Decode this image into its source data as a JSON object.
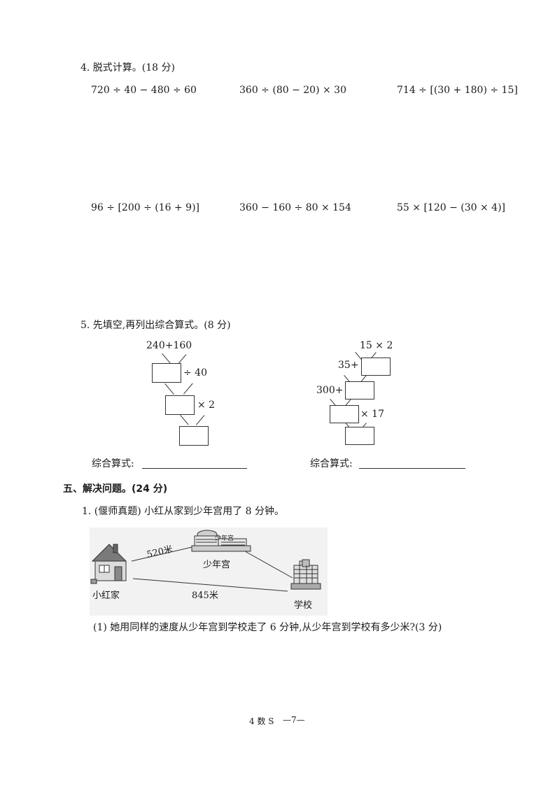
{
  "q4": {
    "heading": "4. 脱式计算。(18 分)",
    "expressions": [
      "720 ÷ 40 − 480 ÷ 60",
      "360 ÷ (80 − 20) × 30",
      "714 ÷ [(30 + 180) ÷ 15]",
      "96 ÷ [200 ÷ (16 + 9)]",
      "360 − 160 ÷ 80 × 154",
      "55 × [120 − (30 × 4)]"
    ]
  },
  "q5": {
    "heading": "5. 先填空,再列出综合算式。(8 分)",
    "tree_left": {
      "top": "240+160",
      "op1": "÷ 40",
      "op2": "× 2"
    },
    "tree_right": {
      "top": "15 × 2",
      "op1": "35+",
      "op2": "300+",
      "op3": "× 17"
    },
    "formula_label": "综合算式:"
  },
  "section5": {
    "heading": "五、解决问题。(24 分)",
    "p1": {
      "heading": "1. (偃师真题) 小红从家到少年宫用了 8 分钟。",
      "map": {
        "home_label": "小红家",
        "palace_label": "少年宫",
        "palace_sign": "少年宫",
        "school_label": "学校",
        "dist_home_palace": "520米",
        "dist_home_school": "845米"
      },
      "sub1": "(1) 她用同样的速度从少年宫到学校走了 6 分钟,从少年宫到学校有多少米?(3 分)"
    }
  },
  "footer": {
    "left": "4 数 S",
    "right": "—7—"
  }
}
